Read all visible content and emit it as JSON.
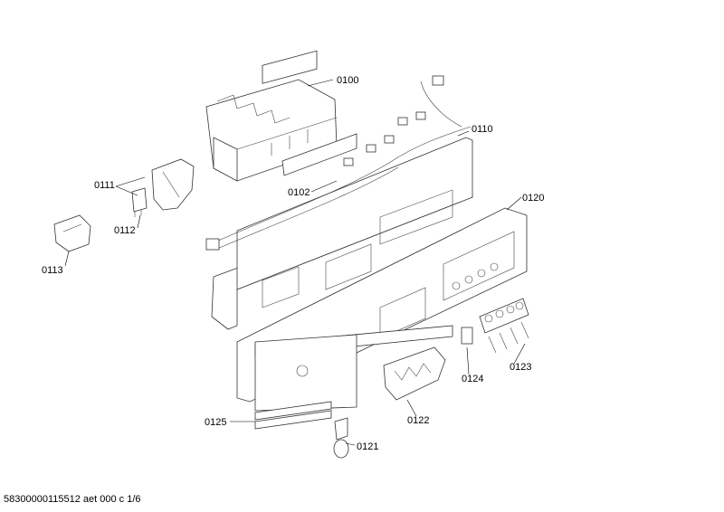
{
  "labels": {
    "p0100": "0100",
    "p0102": "0102",
    "p0110": "0110",
    "p0111": "0111",
    "p0112": "0112",
    "p0113": "0113",
    "p0120": "0120",
    "p0121": "0121",
    "p0122": "0122",
    "p0123": "0123",
    "p0124": "0124",
    "p0125": "0125"
  },
  "footer": "58300000115512 aet 000 c 1/6"
}
